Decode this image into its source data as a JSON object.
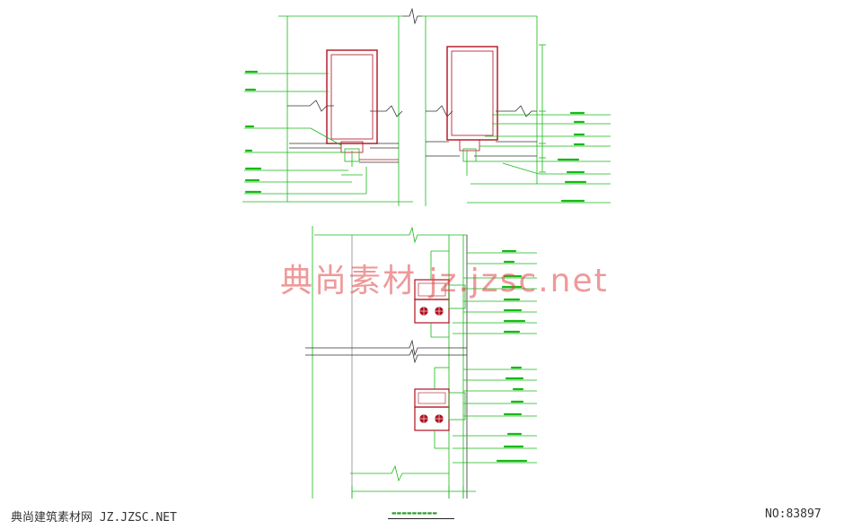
{
  "watermark": "典尚素材 jz.jzsc.net",
  "footer": {
    "left_text": "典尚建筑素材网 JZ.JZSC.NET",
    "right_text": "NO:83897"
  },
  "colors": {
    "green": "#18b818",
    "red": "#b01020",
    "dark": "#333333",
    "mullion_fill": "#b0101f",
    "watermark": "#e14646"
  }
}
